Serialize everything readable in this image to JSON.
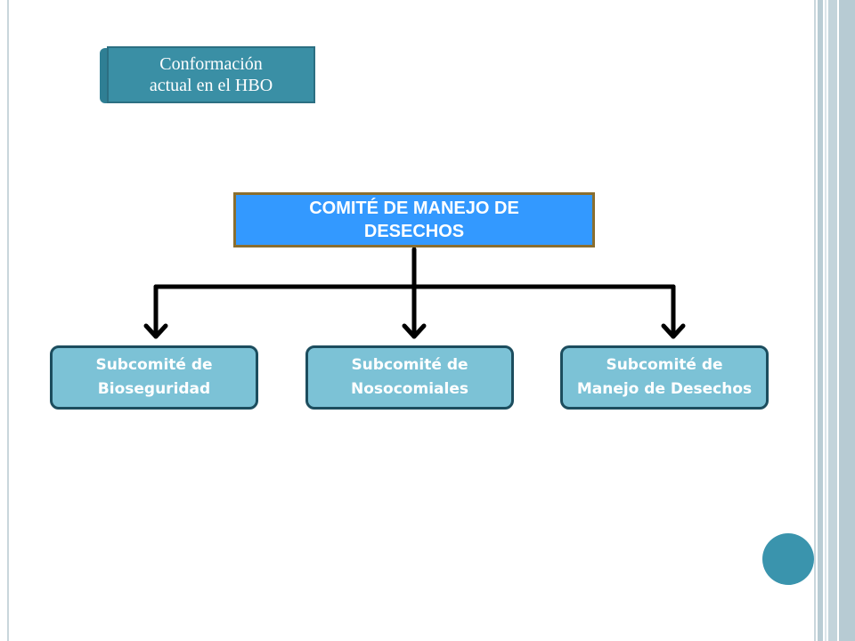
{
  "slide": {
    "tag": {
      "line1": "Conformación",
      "line2": "actual en el HBO"
    },
    "committee": {
      "title": "COMITÉ DE MANEJO DE DESECHOS"
    },
    "subcommittees": [
      {
        "line1": "Subcomité de",
        "line2": "Bioseguridad"
      },
      {
        "line1": "Subcomité de",
        "line2": "Nosocomiales"
      },
      {
        "line1": "Subcomité de",
        "line2": "Manejo de Desechos"
      }
    ]
  },
  "colors": {
    "tag_fill": "#3a8fa5",
    "committee_fill": "#3399ff",
    "committee_border": "#8a6e2f",
    "subcommittee_fill": "#7cc2d6",
    "subcommittee_border": "#1c4d5e",
    "connector": "#000000",
    "accent_circle": "#3a94ad"
  }
}
